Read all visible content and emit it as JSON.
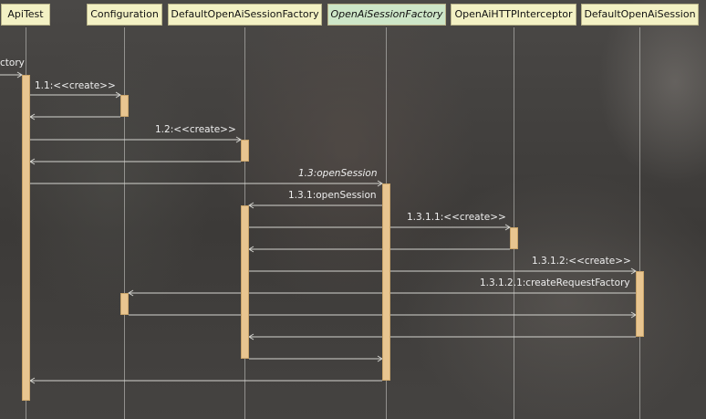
{
  "participants": [
    {
      "name": "ApiTest",
      "interface": false
    },
    {
      "name": "Configuration",
      "interface": false
    },
    {
      "name": "DefaultOpenAiSessionFactory",
      "interface": false
    },
    {
      "name": "OpenAiSessionFactory",
      "interface": true
    },
    {
      "name": "OpenAiHTTPInterceptor",
      "interface": false
    },
    {
      "name": "DefaultOpenAiSession",
      "interface": false
    }
  ],
  "messages": {
    "incoming": "ctory",
    "m1_1": "1.1:<<create>>",
    "m1_2": "1.2:<<create>>",
    "m1_3": "1.3:openSession",
    "m1_3_1": "1.3.1:openSession",
    "m1_3_1_1": "1.3.1.1:<<create>>",
    "m1_3_1_2": "1.3.1.2:<<create>>",
    "m1_3_1_2_1": "1.3.1.2.1:createRequestFactory"
  },
  "colors": {
    "participant_fill": "#f3f1c4",
    "interface_fill": "#cde6c8",
    "activation_fill": "#e8c590",
    "line": "#d2d2cd"
  }
}
